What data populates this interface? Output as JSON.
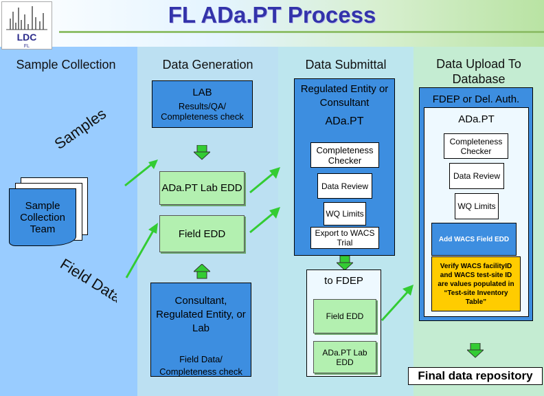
{
  "title": "FL ADa.PT Process",
  "logo": {
    "line1": "LDC",
    "line2": "FL"
  },
  "columns": {
    "sample_collection": {
      "header": "Sample Collection",
      "samples_label": "Samples",
      "team_label": "Sample Collection Team",
      "field_data_label": "Field Data"
    },
    "data_generation": {
      "header": "Data Generation",
      "lab_title": "LAB",
      "lab_sub": "Results/QA/ Completeness check",
      "lab_edd": "ADa.PT Lab EDD",
      "field_edd": "Field EDD",
      "consultant": "Consultant, Regulated Entity, or Lab",
      "field_completeness": "Field Data/ Completeness check"
    },
    "data_submittal": {
      "header": "Data Submittal",
      "entity": "Regulated Entity or Consultant",
      "adapt": "ADa.PT",
      "completeness_checker": "Completeness Checker",
      "data_review": "Data Review",
      "wq_limits": "WQ Limits",
      "export": "Export to WACS Trial",
      "to_fdep": "to FDEP",
      "field_edd": "Field EDD",
      "lab_edd": "ADa.PT Lab EDD"
    },
    "data_upload": {
      "header": "Data Upload To Database",
      "fdep": "FDEP or Del. Auth.",
      "adapt": "ADa.PT",
      "completeness_checker": "Completeness Checker",
      "data_review": "Data Review",
      "wq_limits": "WQ Limits",
      "add_wacs": "Add WACS Field EDD",
      "verify": "Verify WACS facilityID and WACS test-site ID are values populated in “Test-site Inventory Table”",
      "final": "Final data repository"
    }
  },
  "colors": {
    "col1": "#99ccff",
    "col2": "#bce0f2",
    "col3": "#bde6ee",
    "col4": "#c4ecd2",
    "title": "#3333aa",
    "blue_panel": "#3d8ee0",
    "green_box": "#b3f0b0",
    "yellow": "#ffcc00",
    "arrow": "#33cc33"
  }
}
